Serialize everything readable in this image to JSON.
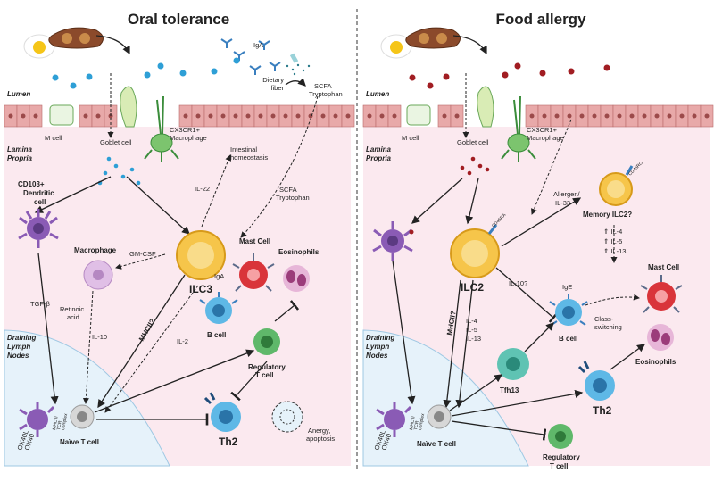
{
  "left": {
    "title": "Oral tolerance",
    "lumen": "Lumen",
    "lamina_propria": [
      "Lamina",
      "Propria"
    ],
    "draining_nodes": [
      "Draining",
      "Lymph",
      "Nodes"
    ],
    "m_cell": "M cell",
    "goblet_cell": "Goblet cell",
    "macrophage_cx": [
      "CX3CR1+",
      "Macrophage"
    ],
    "iga_top": "IgA",
    "dietary_fiber": [
      "Dietary",
      "fiber"
    ],
    "scfa_top": [
      "SCFA",
      "Tryptophan"
    ],
    "intestinal_homeostasis": [
      "Intestinal",
      "homeostasis"
    ],
    "il22": "IL-22",
    "scfa_mid": [
      "SCFA",
      "Tryptophan"
    ],
    "dc": [
      "CD103+",
      "Dendritic",
      "cell"
    ],
    "macrophage": "Macrophage",
    "gmcsf": "GM-CSF",
    "ilc3": "ILC3",
    "iga_b": "IgA",
    "mast_cell": "Mast Cell",
    "eosinophils": "Eosinophils",
    "tgfb": "TGF-β",
    "retinoic": [
      "Retinoic",
      "acid"
    ],
    "il10": "IL-10",
    "mhcii": "MHCII?",
    "il2": "IL-2",
    "b_cell": "B cell",
    "treg": [
      "Regulatory",
      "T cell"
    ],
    "naive": "Naïve T cell",
    "th2": "Th2",
    "anergy": [
      "Anergy,",
      "apoptosis"
    ],
    "ox40l": "OX40L",
    "ox40": "OX40",
    "mhc_complex": [
      "MHC II",
      "TCR",
      "complex"
    ]
  },
  "right": {
    "title": "Food allergy",
    "lumen": "Lumen",
    "lamina_propria": [
      "Lamina",
      "Propria"
    ],
    "draining_nodes": [
      "Draining",
      "Lymph",
      "Nodes"
    ],
    "m_cell": "M cell",
    "goblet_cell": "Goblet cell",
    "macrophage_cx": [
      "CX3CR1+",
      "Macrophage"
    ],
    "allergen": [
      "Allergen/",
      "IL-33"
    ],
    "memory_ilc2": "Memory ILC2?",
    "cd45ro": "CD45RO",
    "cd45ra": "CD45RA",
    "cytokines_up": [
      "⇑ IL-4",
      "⇑ IL-5",
      "⇑ IL-13"
    ],
    "ilc2": "ILC2",
    "il10q": "IL-10?",
    "ige": "IgE",
    "mast_cell": "Mast Cell",
    "class_switching": [
      "Class-",
      "switching"
    ],
    "b_cell": "B cell",
    "eosinophils": "Eosinophils",
    "mhcii": "MHCII?",
    "il_list": [
      "IL-4",
      "IL-5",
      "IL-13"
    ],
    "tfh13": "Tfh13",
    "th2": "Th2",
    "naive": "Naïve T cell",
    "treg": [
      "Regulatory",
      "T cell"
    ],
    "ox40l": "OX40L",
    "ox40": "OX40",
    "mhc_complex": [
      "MHC II",
      "TCR",
      "complex"
    ]
  },
  "colors": {
    "lamina": "#fbe9ef",
    "lymph": "#e6f2fa",
    "epithelium": "#e8a9a9",
    "ilc": "#f6c54a",
    "bcell": "#5eb8e6",
    "treg": "#5fb86a",
    "mast": "#d9343a",
    "dc": "#8a5bb5",
    "antigen_left": "#2e9fd6",
    "antigen_right": "#a11d22"
  }
}
